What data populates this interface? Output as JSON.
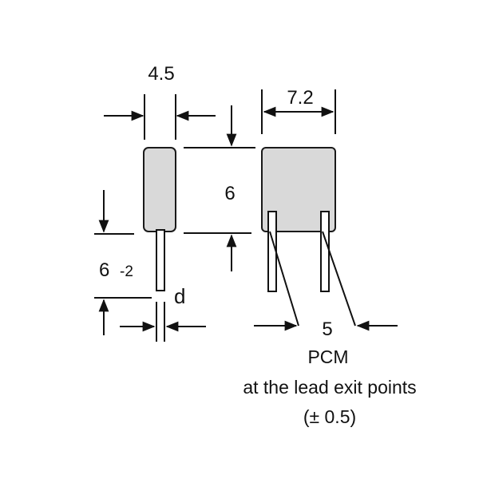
{
  "labels": {
    "width_side": "4.5",
    "width_front": "7.2",
    "height_body": "6",
    "lead_length_value": "6",
    "lead_length_tolerance": "-2",
    "lead_diameter": "d",
    "pitch_value": "5",
    "pitch_abbrev": "PCM",
    "pitch_note": "at the lead exit points",
    "pitch_tolerance": "(± 0.5)"
  },
  "colors": {
    "component_fill": "#d9d9d9",
    "stroke": "#111111",
    "background": "#ffffff"
  }
}
